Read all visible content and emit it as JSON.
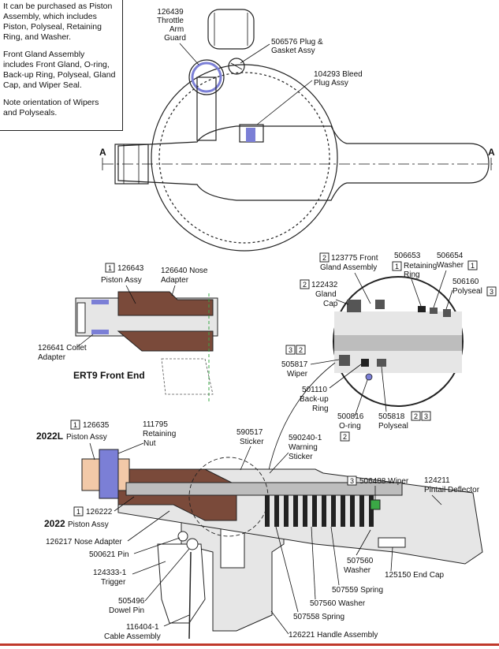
{
  "notes": {
    "piston_assembly": "It can be purchased as Piston\nAssembly, which includes\nPiston, Polyseal, Retaining\nRing, and Washer.",
    "front_gland_assembly": "Front Gland Assembly\nincludes Front Gland, O-ring,\nBack-up Ring, Polyseal, Gland\nCap, and Wiper Seal.",
    "orientation": "Note orientation of Wipers\nand Polyseals."
  },
  "top_view": {
    "section_marker_left": "A",
    "section_marker_right": "A",
    "labels": {
      "throttle_guard": [
        "126439",
        "Throttle",
        "Arm",
        "Guard"
      ],
      "plug_gasket": [
        "506576 Plug &",
        "Gasket Assy"
      ],
      "bleed_plug": [
        "104293 Bleed",
        "Plug Assy"
      ]
    }
  },
  "ert9": {
    "title": "ERT9 Front End",
    "piston_assy": {
      "box": "1",
      "text": [
        "126643",
        "Piston Assy"
      ]
    },
    "nose_adapter": [
      "126640 Nose",
      "Adapter"
    ],
    "collet_adapter": [
      "126641 Collet",
      "Adapter"
    ]
  },
  "detail": {
    "front_gland": {
      "box": "2",
      "text": [
        "123775 Front",
        "Gland Assembly"
      ]
    },
    "retaining_ring": {
      "box": "1",
      "text": [
        "506653",
        "Retaining",
        "Ring"
      ]
    },
    "washer": {
      "box": "1",
      "text": [
        "506654",
        "Washer"
      ]
    },
    "gland_cap": {
      "box": "2",
      "text": [
        "122432",
        "Gland",
        "Cap"
      ]
    },
    "polyseal_top": {
      "box": "3",
      "text": [
        "506160",
        "Polyseal"
      ]
    },
    "wiper": {
      "boxes": [
        "3",
        "2"
      ],
      "text": [
        "505817",
        "Wiper"
      ]
    },
    "backup_ring": {
      "text": [
        "501110",
        "Back-up",
        "Ring"
      ]
    },
    "oring": {
      "box": "2",
      "text": [
        "500816",
        "O-ring"
      ]
    },
    "polyseal_bottom": {
      "boxes": [
        "2",
        "3"
      ],
      "text": [
        "505818",
        "Polyseal"
      ]
    }
  },
  "main": {
    "piston_2022l": {
      "box": "1",
      "model": "2022L",
      "text": [
        "126635",
        "Piston Assy"
      ]
    },
    "retaining_nut": [
      "111795",
      "Retaining",
      "Nut"
    ],
    "sticker": [
      "590517",
      "Sticker"
    ],
    "warning_sticker": [
      "590240-1",
      "Warning",
      "Sticker"
    ],
    "wiper": {
      "box": "3",
      "text": "506488 Wiper"
    },
    "pintail": [
      "124211",
      "Pintail Deflector"
    ],
    "piston_2022": {
      "box": "1",
      "model": "2022",
      "text": [
        "126222",
        "Piston Assy"
      ]
    },
    "nose_adapter": "126217 Nose Adapter",
    "pin": "500621 Pin",
    "trigger": [
      "124333-1",
      "Trigger"
    ],
    "dowel_pin": [
      "505496",
      "Dowel Pin"
    ],
    "cable": [
      "116404-1",
      "Cable Assembly"
    ],
    "washer_507560a": [
      "507560",
      "Washer"
    ],
    "end_cap": "125150 End Cap",
    "spring_507559": "507559 Spring",
    "washer_507560b": "507560 Washer",
    "spring_507558": "507558 Spring",
    "handle": "126221 Handle Assembly"
  },
  "colors": {
    "nose_brown": "#7a4a3a",
    "collet_blue": "#7b7fd6",
    "piston_peach": "#f2c9a8",
    "gray_part": "#9a9a9a",
    "light_gray": "#e6e6e6",
    "dark_gray": "#555555",
    "green_dash": "#3aa845",
    "accent_red": "#c0392b"
  }
}
